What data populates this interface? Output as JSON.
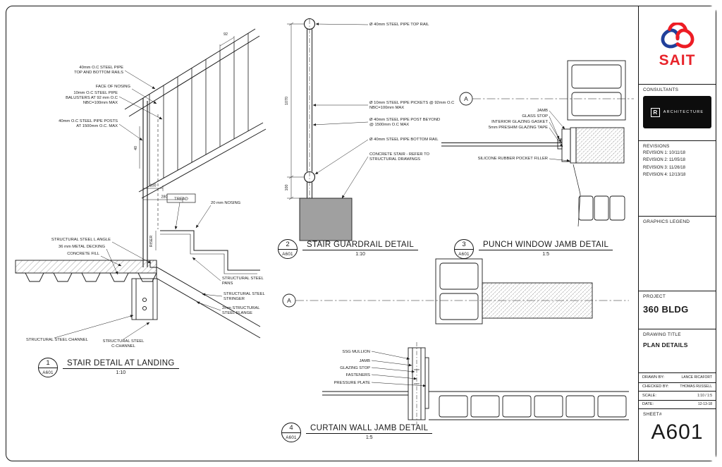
{
  "callouts": {
    "d1": {
      "number": "1",
      "ref": "A601",
      "title": "STAIR DETAIL AT LANDING",
      "scale": "1:10"
    },
    "d2": {
      "number": "2",
      "ref": "A601",
      "title": "STAIR GUARDRAIL DETAIL",
      "scale": "1:10"
    },
    "d3": {
      "number": "3",
      "ref": "A601",
      "title": "PUNCH WINDOW JAMB DETAIL",
      "scale": "1:5"
    },
    "d4": {
      "number": "4",
      "ref": "A601",
      "title": "CURTAIN WALL JAMB DETAIL",
      "scale": "1:5"
    }
  },
  "d1": {
    "labels": {
      "rails1": "40mm O.C STEEL PIPE",
      "rails2": "TOP AND BOTTOM RAILS",
      "nosing_face": "FACE OF NOSING",
      "pickets1": "10mm O.C STEEL PIPE",
      "pickets2": "BALUSTERS AT 92 mm O.C",
      "pickets3": "NBC=100mm MAX",
      "posts1": "40mm O.C STEEL PIPE POSTS",
      "posts2": "AT 1500mm O.C. MAX",
      "tread": "TREAD",
      "nosing": "20 mm NOSING",
      "riser": "RISER",
      "l_angle": "STRUCTURAL STEEL L ANGLE",
      "decking": "36 mm METAL DECKING",
      "concrete": "CONCRETE FILL",
      "pans1": "STRUCTURAL STEEL",
      "pans2": "PANS",
      "stringer1": "STRUCTURAL STEEL",
      "stringer2": "STRINGER",
      "flange1": "2mm STRUCTURAL",
      "flange2": "STEEL FLANGE",
      "channel": "STRUCTURAL STEEL CHANNEL",
      "cchannel1": "STRUCTURAL STEEL",
      "cchannel2": "C-CHANNEL"
    },
    "dims": {
      "picket_spacing": "92",
      "post": "40",
      "d100": "100",
      "d280": "280"
    }
  },
  "d2": {
    "labels": {
      "top1": "Ø 40mm STEEL PIPE TOP RAIL",
      "pickets1": "Ø 10mm STEEL PIPE PICKETS @ 92mm O.C",
      "pickets2": "NBC=100mm MAX",
      "post1": "Ø 40mm STEEL PIPE POST BEYOND",
      "post2": "@ 1500mm O.C MAX",
      "bottom1": "Ø 40mm STEEL PIPE BOTTOM RAIL",
      "conc1": "CONCRETE STAIR - REFER TO",
      "conc2": "STRUCTURAL DRAWINGS"
    },
    "dims": {
      "height": "1070",
      "gap": "100"
    }
  },
  "d3": {
    "marker": "A",
    "labels": {
      "jamb": "JAMB",
      "glass_stop": "GLASS STOP",
      "gasket": "INTERIOR GLAZING GASKET",
      "tape": "5mm PRESHIM GLAZING TAPE",
      "silicone": "SILICONE RUBBER POCKET FILLER"
    }
  },
  "d4": {
    "marker": "A",
    "labels": {
      "mullion": "SSG MULLION",
      "jamb": "JAMB",
      "stop": "GLAZING STOP",
      "fasteners": "FASTENERS",
      "plate": "PRESSURE PLATE"
    }
  },
  "titleblock": {
    "logo_text": "SAIT",
    "consultants_label": "CONSULTANTS",
    "consultant_mark": "R",
    "consultant_name": "ARCHITECTURE",
    "revisions_label": "REVISIONS",
    "revisions": [
      "REVISION 1: 10/11/18",
      "REVISION 2: 11/05/18",
      "REVISION 3: 11/26/18",
      "REVISION 4: 12/13/18"
    ],
    "graphics_legend_label": "GRAPHICS LEGEND",
    "project_label": "PROJECT",
    "project_name": "360 BLDG",
    "drawing_title_label": "DRAWING TITLE",
    "drawing_title": "PLAN DETAILS",
    "drawn_by_label": "DRAWN BY:",
    "drawn_by": "LANCE RICAFORT",
    "checked_by_label": "CHECKED BY:",
    "checked_by": "THOMAS RUSSELL",
    "scale_label": "SCALE:",
    "scale_value": "1:10 / 1:5",
    "date_label": "DATE:",
    "date_value": "12-13-18",
    "sheet_label": "SHEET#",
    "sheet_number": "A601"
  },
  "colors": {
    "line": "#1a1a1a",
    "accent_red": "#ed1c24",
    "accent_blue": "#21409a",
    "concrete_gray": "#a0a0a0"
  }
}
